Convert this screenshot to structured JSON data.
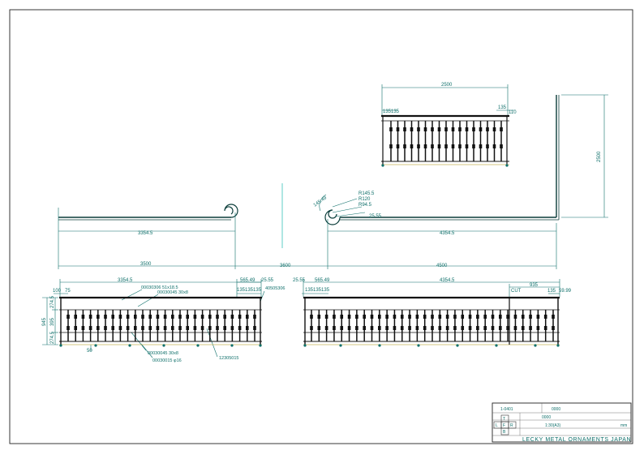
{
  "drawing": {
    "title_block": {
      "drawing_no": "1-0401",
      "customer_code": "0000",
      "project_code": "0000",
      "scale": "1:30(A3)",
      "unit": "mm",
      "company": "LECKY METAL ORNAMENTS JAPAN",
      "logo_letters": [
        "T",
        "L",
        "F",
        "R",
        "B"
      ]
    },
    "top_view": {
      "dims": {
        "top_width": "2500",
        "side_height": "2500",
        "left_radius_1": "R145.5",
        "left_radius_2": "R120",
        "left_radius_3": "R94.5",
        "scroll_offset": "25.55",
        "angle_label": "145.49",
        "left_straight": "3354.5",
        "right_straight": "4354.5",
        "overall_left": "3500",
        "overall_center": "3600",
        "overall_right": "4500"
      }
    },
    "upper_railing": {
      "dims": {
        "left_ends": "135135",
        "right_ends": "135",
        "right_end2": "110"
      }
    },
    "front_left": {
      "dims": {
        "length": "3354.5",
        "seg1": "565.49",
        "seg2": "25.55",
        "pitch_small": "135135135",
        "left_a": "100",
        "left_b": "75",
        "height_total": "945",
        "h1": "274.5",
        "h2": "395",
        "h3": "274.5",
        "bottom": "50"
      },
      "callouts": {
        "top_rail": "00030306 51x18.5",
        "sub_rail": "00030045 30x8",
        "post_code": "40505306",
        "bottom_rail": "00030045 30x8",
        "round_bar": "00030015 φ16",
        "baluster": "12305015"
      }
    },
    "front_right": {
      "dims": {
        "left_offset": "25.55",
        "seg1": "565.49",
        "length": "4354.5",
        "right_seg": "935",
        "pitch_small": "135135135",
        "right_end": "135",
        "right_end2": "59.99",
        "cut_label": "CUT"
      }
    }
  }
}
